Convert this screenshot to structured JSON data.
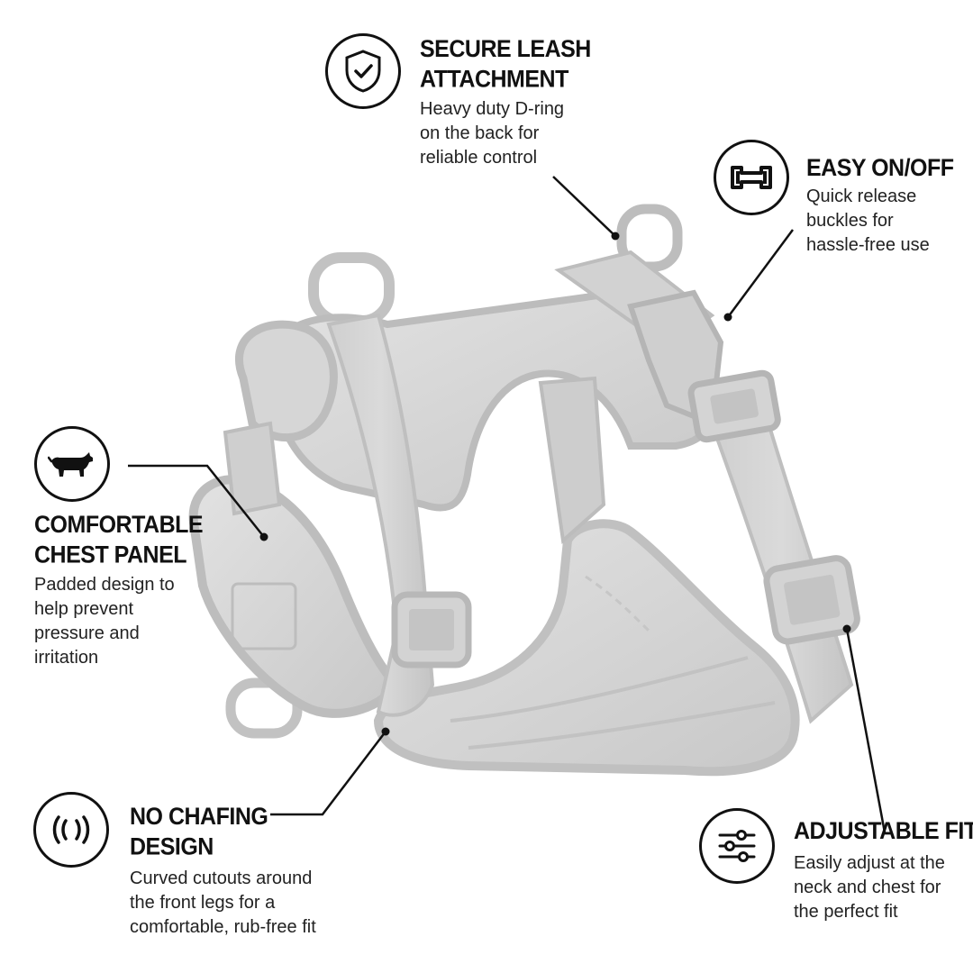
{
  "features": {
    "leash": {
      "icon": "shield-check-icon",
      "title": [
        "SECURE LEASH",
        "ATTACHMENT"
      ],
      "desc": [
        "Heavy duty  D-ring",
        "on the back for",
        "reliable control"
      ]
    },
    "onoff": {
      "icon": "buckle-icon",
      "title": [
        "EASY ON/OFF"
      ],
      "desc": [
        "Quick release",
        "buckles for",
        "hassle-free use"
      ]
    },
    "chest": {
      "icon": "dachshund-icon",
      "title": [
        "COMFORTABLE",
        "CHEST PANEL"
      ],
      "desc": [
        "Padded design to",
        "help prevent",
        "pressure and",
        "irritation"
      ]
    },
    "chafing": {
      "icon": "no-friction-icon",
      "title": [
        "NO CHAFING",
        "DESIGN"
      ],
      "desc": [
        "Curved cutouts around",
        "the front legs for a",
        "comfortable, rub-free fit"
      ]
    },
    "adjust": {
      "icon": "sliders-icon",
      "title": [
        "ADJUSTABLE FIT"
      ],
      "desc": [
        "Easily adjust at the",
        "neck and chest for",
        "the perfect fit"
      ]
    }
  },
  "colors": {
    "harness": "#d3d3d3",
    "harness_dark": "#b9b9b9",
    "harness_light": "#e4e4e4",
    "ink": "#111111"
  }
}
